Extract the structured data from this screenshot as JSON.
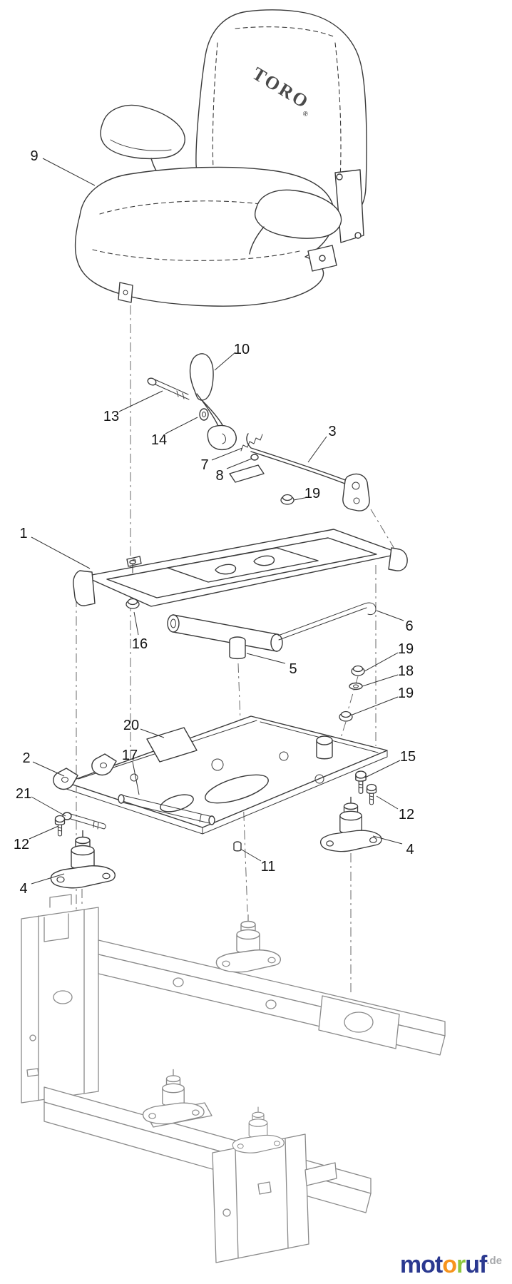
{
  "diagram": {
    "seat_brand": "TORO",
    "seat_brand_mark": "®",
    "line_color": "#3a3a3a",
    "chassis_color": "#8a8a8a",
    "callouts": [
      {
        "label": "9"
      },
      {
        "label": "10"
      },
      {
        "label": "13"
      },
      {
        "label": "14"
      },
      {
        "label": "3"
      },
      {
        "label": "7"
      },
      {
        "label": "8"
      },
      {
        "label": "19"
      },
      {
        "label": "1"
      },
      {
        "label": "16"
      },
      {
        "label": "6"
      },
      {
        "label": "5"
      },
      {
        "label": "19"
      },
      {
        "label": "18"
      },
      {
        "label": "19"
      },
      {
        "label": "20"
      },
      {
        "label": "2"
      },
      {
        "label": "17"
      },
      {
        "label": "15"
      },
      {
        "label": "21"
      },
      {
        "label": "12"
      },
      {
        "label": "12"
      },
      {
        "label": "4"
      },
      {
        "label": "11"
      },
      {
        "label": "4"
      }
    ]
  },
  "logo": {
    "parts": [
      {
        "text": "mot",
        "color": "#2b3990"
      },
      {
        "text": "o",
        "color": "#f7941d"
      },
      {
        "text": "r",
        "color": "#8dc63f"
      },
      {
        "text": "uf",
        "color": "#2b3990"
      },
      {
        "text": ".de",
        "color": "#a7a9ac"
      }
    ]
  }
}
